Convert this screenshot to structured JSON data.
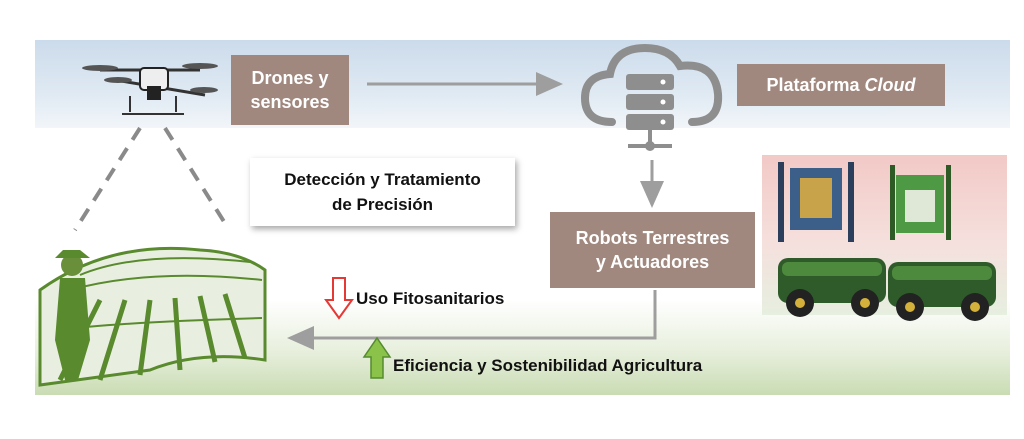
{
  "boxes": {
    "drones": {
      "line1": "Drones y",
      "line2": "sensores"
    },
    "cloud": {
      "prefix": "Plataforma ",
      "italic": "Cloud"
    },
    "robots": {
      "line1": "Robots Terrestres",
      "line2": "y Actuadores"
    },
    "detection": {
      "line1": "Detección y Tratamiento",
      "line2": "de Precisión"
    }
  },
  "indicators": {
    "uso": "Uso Fitosanitarios",
    "eficiencia": "Eficiencia y Sostenibilidad Agricultura"
  },
  "colors": {
    "box_brown": "#a1887f",
    "arrow_gray": "#9e9e9e",
    "down_arrow": "#e53935",
    "up_arrow": "#8bc34a",
    "field_green": "#5a8a2e"
  }
}
